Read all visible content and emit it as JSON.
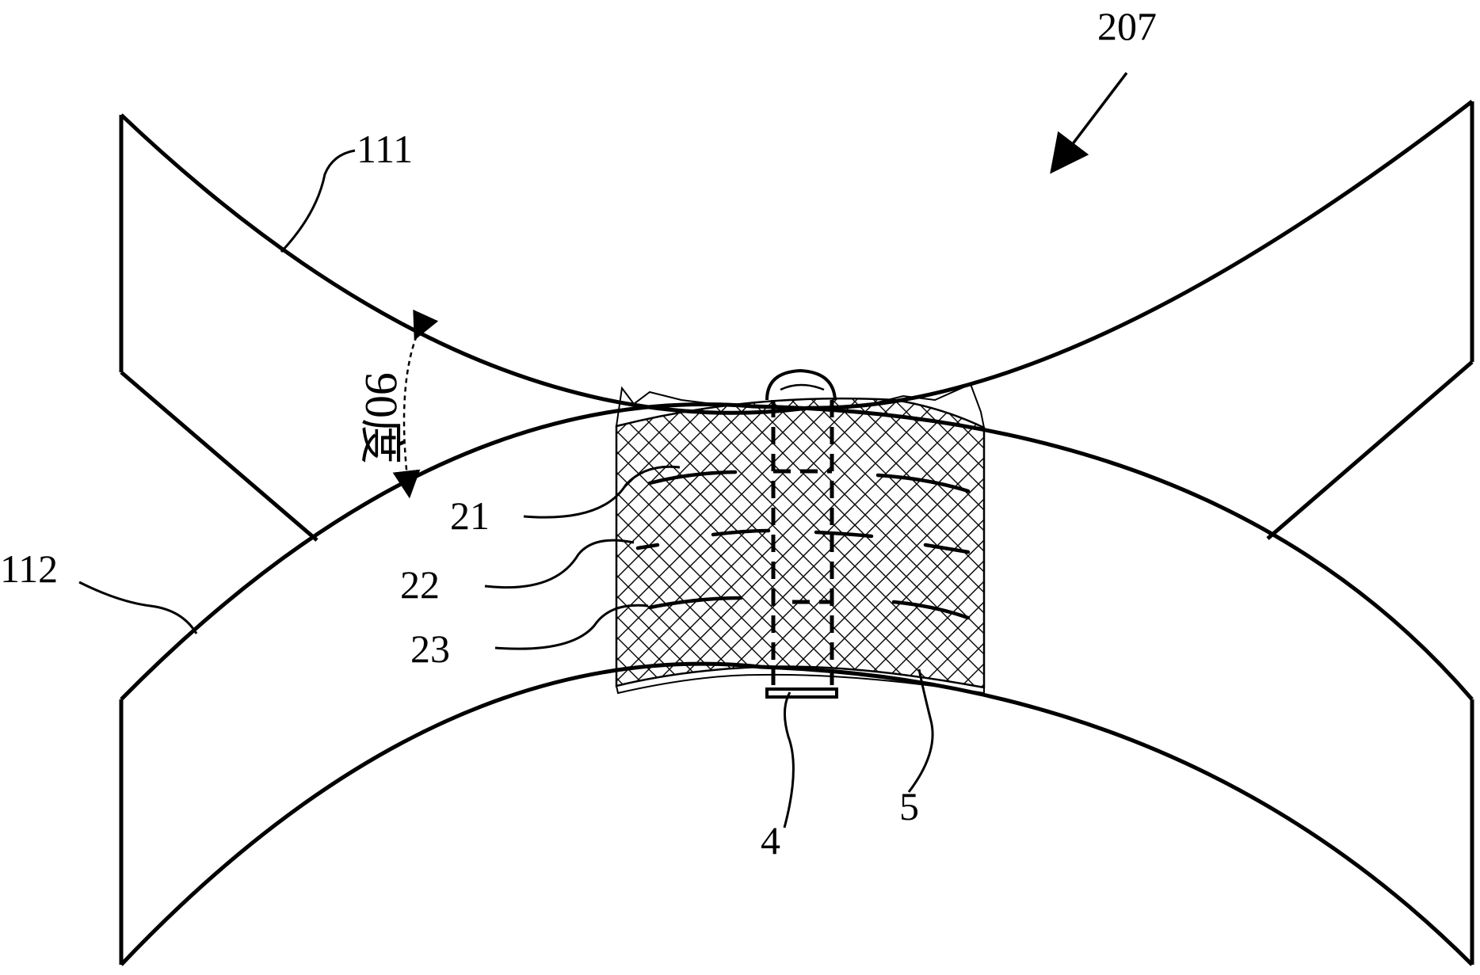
{
  "figure": {
    "labels": {
      "assembly": "207",
      "upper_band": "111",
      "lower_band": "112",
      "ref_21": "21",
      "ref_22": "22",
      "ref_23": "23",
      "ref_4": "4",
      "ref_5": "5",
      "angle": "90度"
    },
    "colors": {
      "line": "#000000",
      "background": "#ffffff"
    }
  }
}
